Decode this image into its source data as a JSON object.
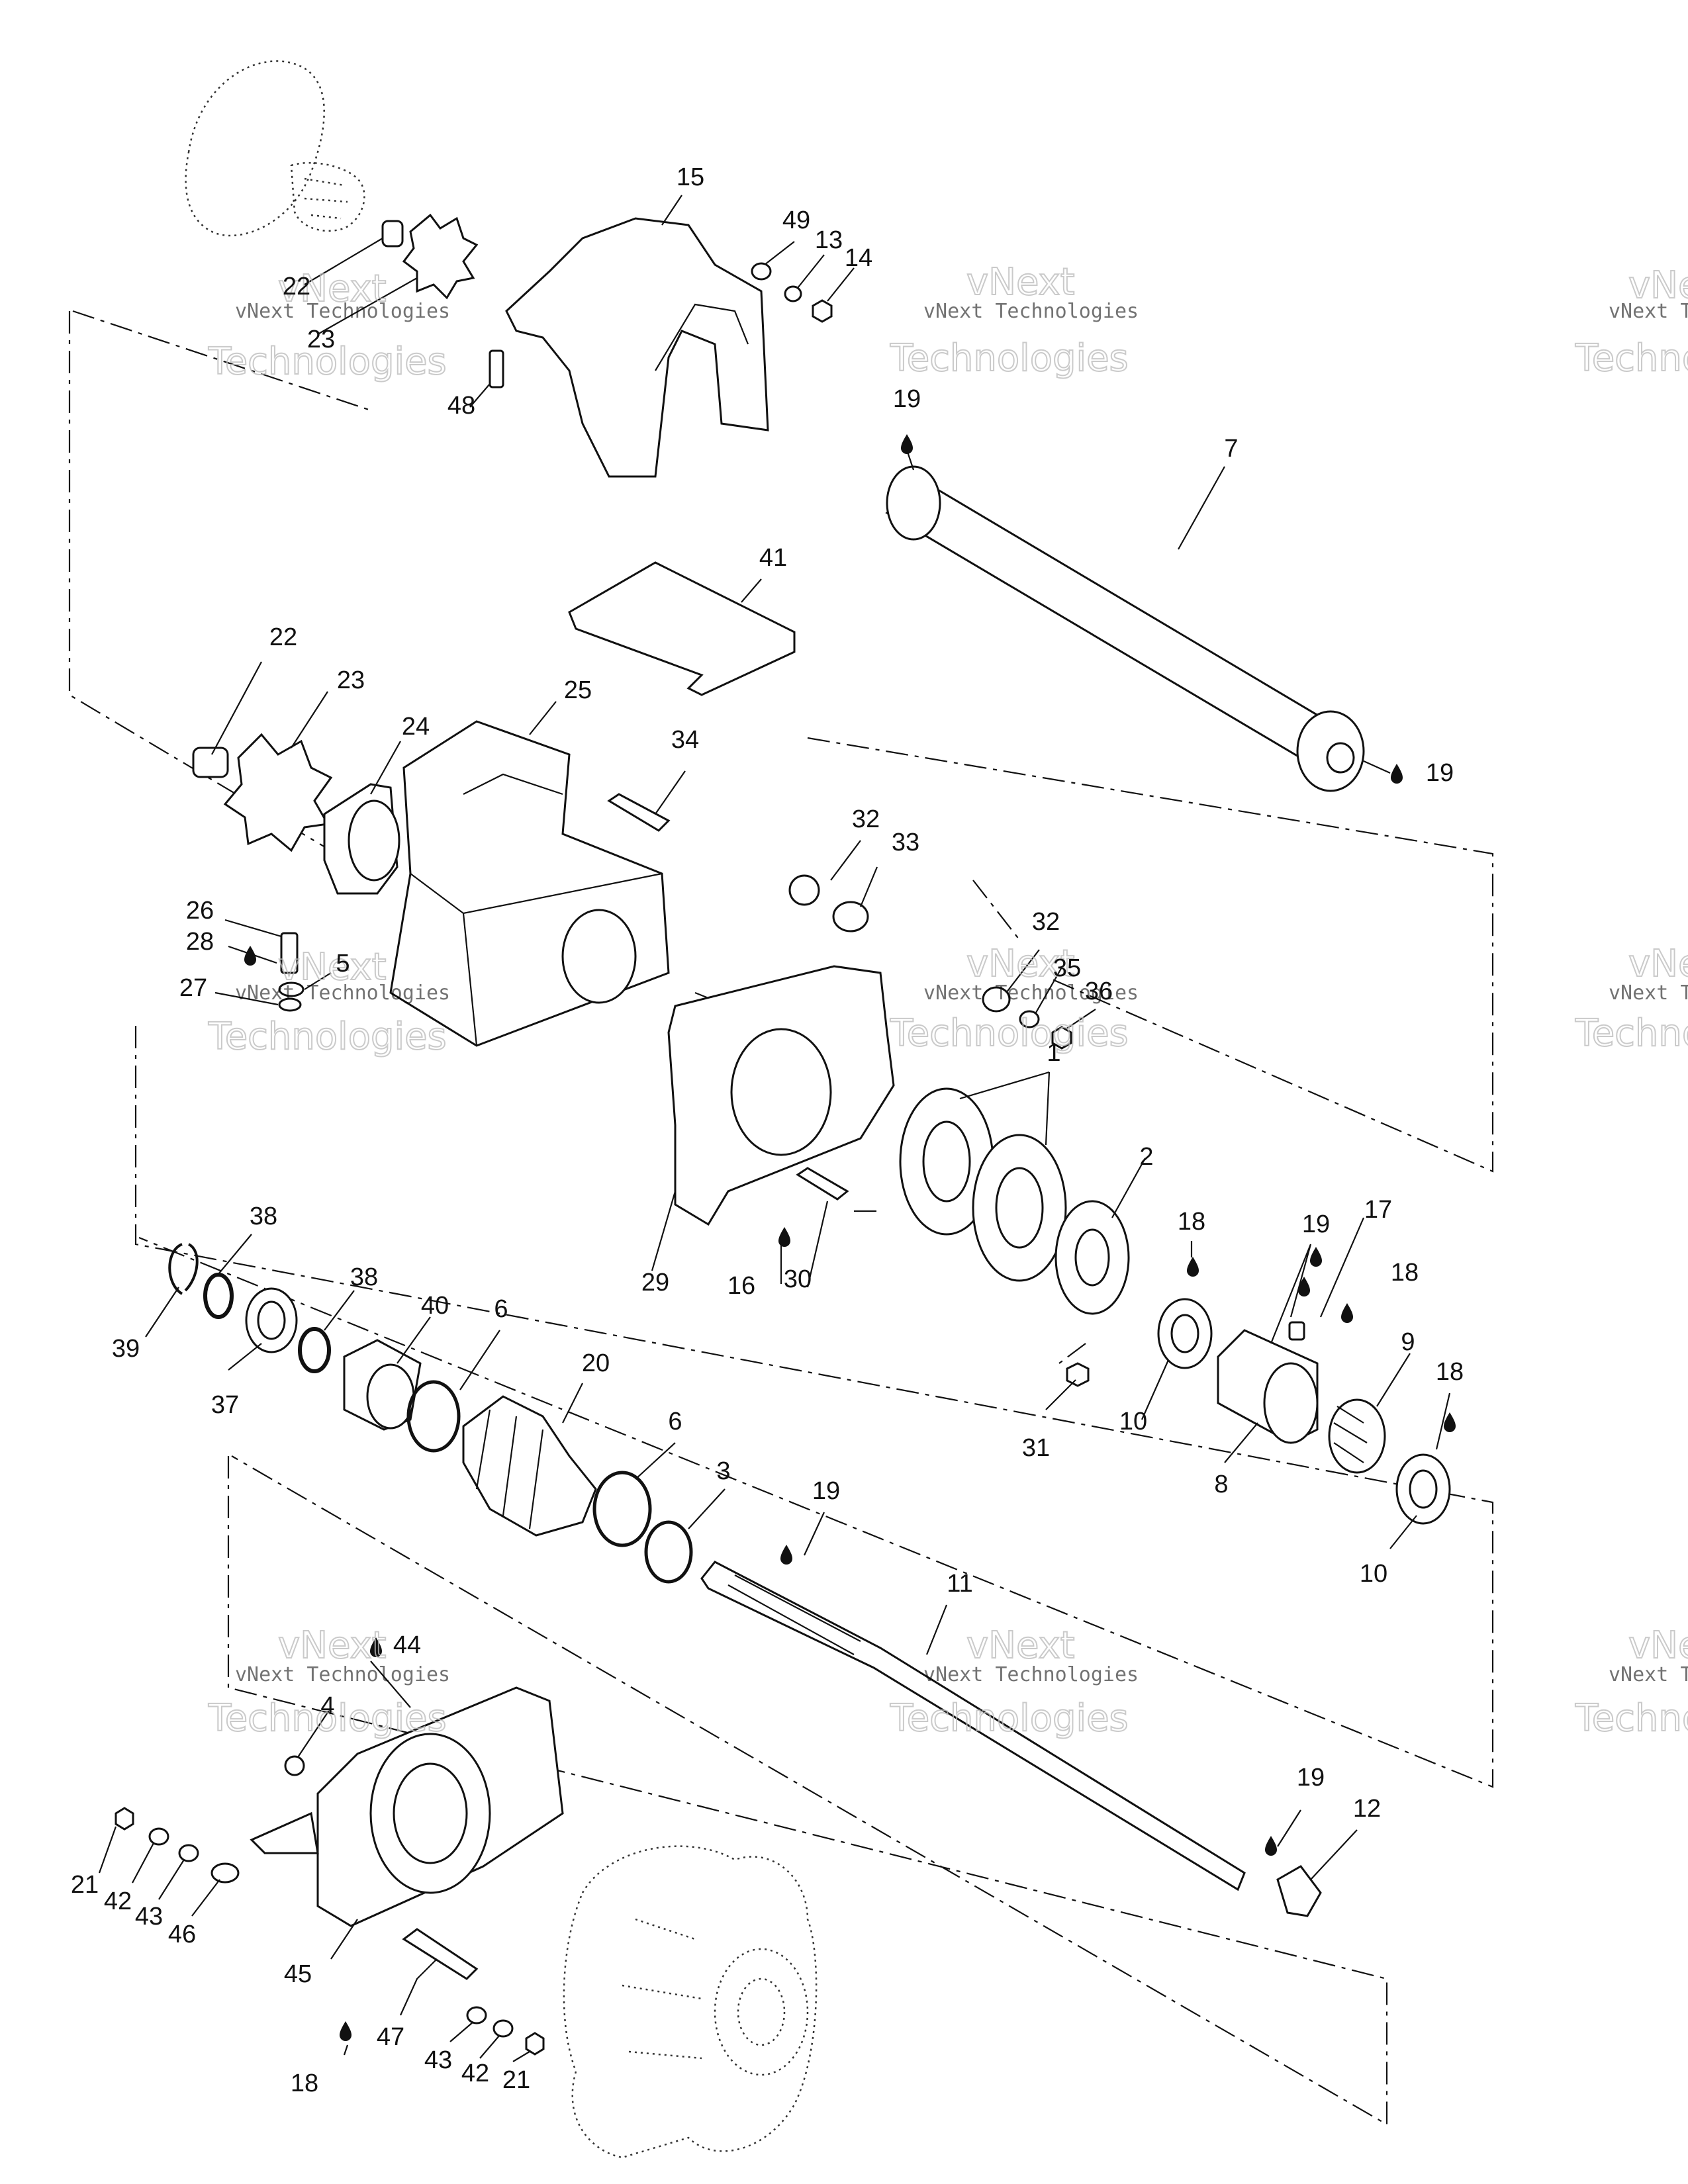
{
  "watermark": {
    "line1": "vNext Technologies",
    "big_word1": "vNext",
    "big_word2": "Technologies"
  },
  "callouts": [
    {
      "id": "c15",
      "text": "15"
    },
    {
      "id": "c49",
      "text": "49"
    },
    {
      "id": "c13",
      "text": "13"
    },
    {
      "id": "c14",
      "text": "14"
    },
    {
      "id": "c22a",
      "text": "22"
    },
    {
      "id": "c23a",
      "text": "23"
    },
    {
      "id": "c48",
      "text": "48"
    },
    {
      "id": "c19a",
      "text": "19"
    },
    {
      "id": "c7",
      "text": "7"
    },
    {
      "id": "c41",
      "text": "41"
    },
    {
      "id": "c22b",
      "text": "22"
    },
    {
      "id": "c23b",
      "text": "23"
    },
    {
      "id": "c25",
      "text": "25"
    },
    {
      "id": "c24",
      "text": "24"
    },
    {
      "id": "c34",
      "text": "34"
    },
    {
      "id": "c19b",
      "text": "19"
    },
    {
      "id": "c32a",
      "text": "32"
    },
    {
      "id": "c33",
      "text": "33"
    },
    {
      "id": "c26",
      "text": "26"
    },
    {
      "id": "c28",
      "text": "28"
    },
    {
      "id": "c5",
      "text": "5"
    },
    {
      "id": "c27",
      "text": "27"
    },
    {
      "id": "c32b",
      "text": "32"
    },
    {
      "id": "c35",
      "text": "35"
    },
    {
      "id": "c36",
      "text": "36"
    },
    {
      "id": "c1",
      "text": "1"
    },
    {
      "id": "c2",
      "text": "2"
    },
    {
      "id": "c18a",
      "text": "18"
    },
    {
      "id": "c19c",
      "text": "19"
    },
    {
      "id": "c17",
      "text": "17"
    },
    {
      "id": "c18b",
      "text": "18"
    },
    {
      "id": "c38a",
      "text": "38"
    },
    {
      "id": "c38b",
      "text": "38"
    },
    {
      "id": "c40",
      "text": "40"
    },
    {
      "id": "c6a",
      "text": "6"
    },
    {
      "id": "c20",
      "text": "20"
    },
    {
      "id": "c29",
      "text": "29"
    },
    {
      "id": "c16",
      "text": "16"
    },
    {
      "id": "c30",
      "text": "30"
    },
    {
      "id": "c9",
      "text": "9"
    },
    {
      "id": "c18c",
      "text": "18"
    },
    {
      "id": "c39",
      "text": "39"
    },
    {
      "id": "c37",
      "text": "37"
    },
    {
      "id": "c10a",
      "text": "10"
    },
    {
      "id": "c31",
      "text": "31"
    },
    {
      "id": "c8",
      "text": "8"
    },
    {
      "id": "c6b",
      "text": "6"
    },
    {
      "id": "c3",
      "text": "3"
    },
    {
      "id": "c19d",
      "text": "19"
    },
    {
      "id": "c10b",
      "text": "10"
    },
    {
      "id": "c11",
      "text": "11"
    },
    {
      "id": "c44",
      "text": "44"
    },
    {
      "id": "c4",
      "text": "4"
    },
    {
      "id": "c19e",
      "text": "19"
    },
    {
      "id": "c12",
      "text": "12"
    },
    {
      "id": "c21a",
      "text": "21"
    },
    {
      "id": "c42a",
      "text": "42"
    },
    {
      "id": "c43a",
      "text": "43"
    },
    {
      "id": "c46",
      "text": "46"
    },
    {
      "id": "c45",
      "text": "45"
    },
    {
      "id": "c18d",
      "text": "18"
    },
    {
      "id": "c47",
      "text": "47"
    },
    {
      "id": "c43b",
      "text": "43"
    },
    {
      "id": "c42b",
      "text": "42"
    },
    {
      "id": "c21b",
      "text": "21"
    }
  ]
}
